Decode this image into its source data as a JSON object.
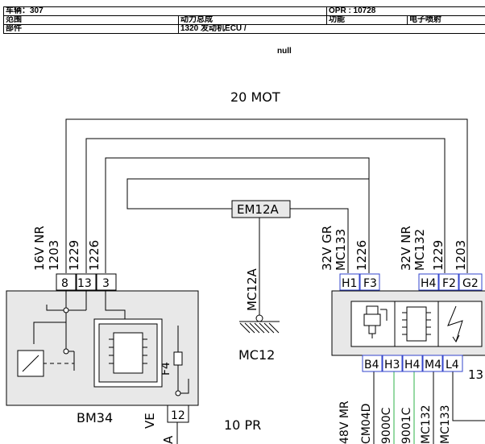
{
  "header": {
    "vehicle": "车辆：307",
    "opr": "OPR : 10728",
    "range_label": "范围",
    "range_value": "动力总成",
    "function_label": "功能",
    "function_value": "电子喷射",
    "part_label": "部件",
    "part_value": "1320 发动机ECU /",
    "null_text": "null"
  },
  "diagram": {
    "top_harness": "20 MOT",
    "bottom_harness": "10 PR",
    "left_wire_labels": [
      "16V NR",
      "1203",
      "1229",
      "1226"
    ],
    "left_pins": [
      "8",
      "13",
      "3"
    ],
    "left_component": "BM34",
    "fuse_label": "F4",
    "bottom_pin": "12",
    "bottom_left_labels": [
      "VE",
      "A"
    ],
    "splice": "EM12A",
    "ground_wire": "MC12A",
    "ground": "MC12",
    "right_wire_labels_a": [
      "32V GR",
      "MC133",
      "1226"
    ],
    "right_wire_labels_b": [
      "32V NR",
      "MC132",
      "1229",
      "1203"
    ],
    "right_top_pins": [
      "H1",
      "F3",
      "H4",
      "F2",
      "G2"
    ],
    "right_bottom_pins": [
      "B4",
      "H3",
      "H4",
      "M4",
      "L4"
    ],
    "right_bottom_wire_labels": [
      "48V MR",
      "CM04D",
      "9000C",
      "9001C",
      "MC132",
      "MC133"
    ],
    "right_bottom_extra": "13"
  }
}
